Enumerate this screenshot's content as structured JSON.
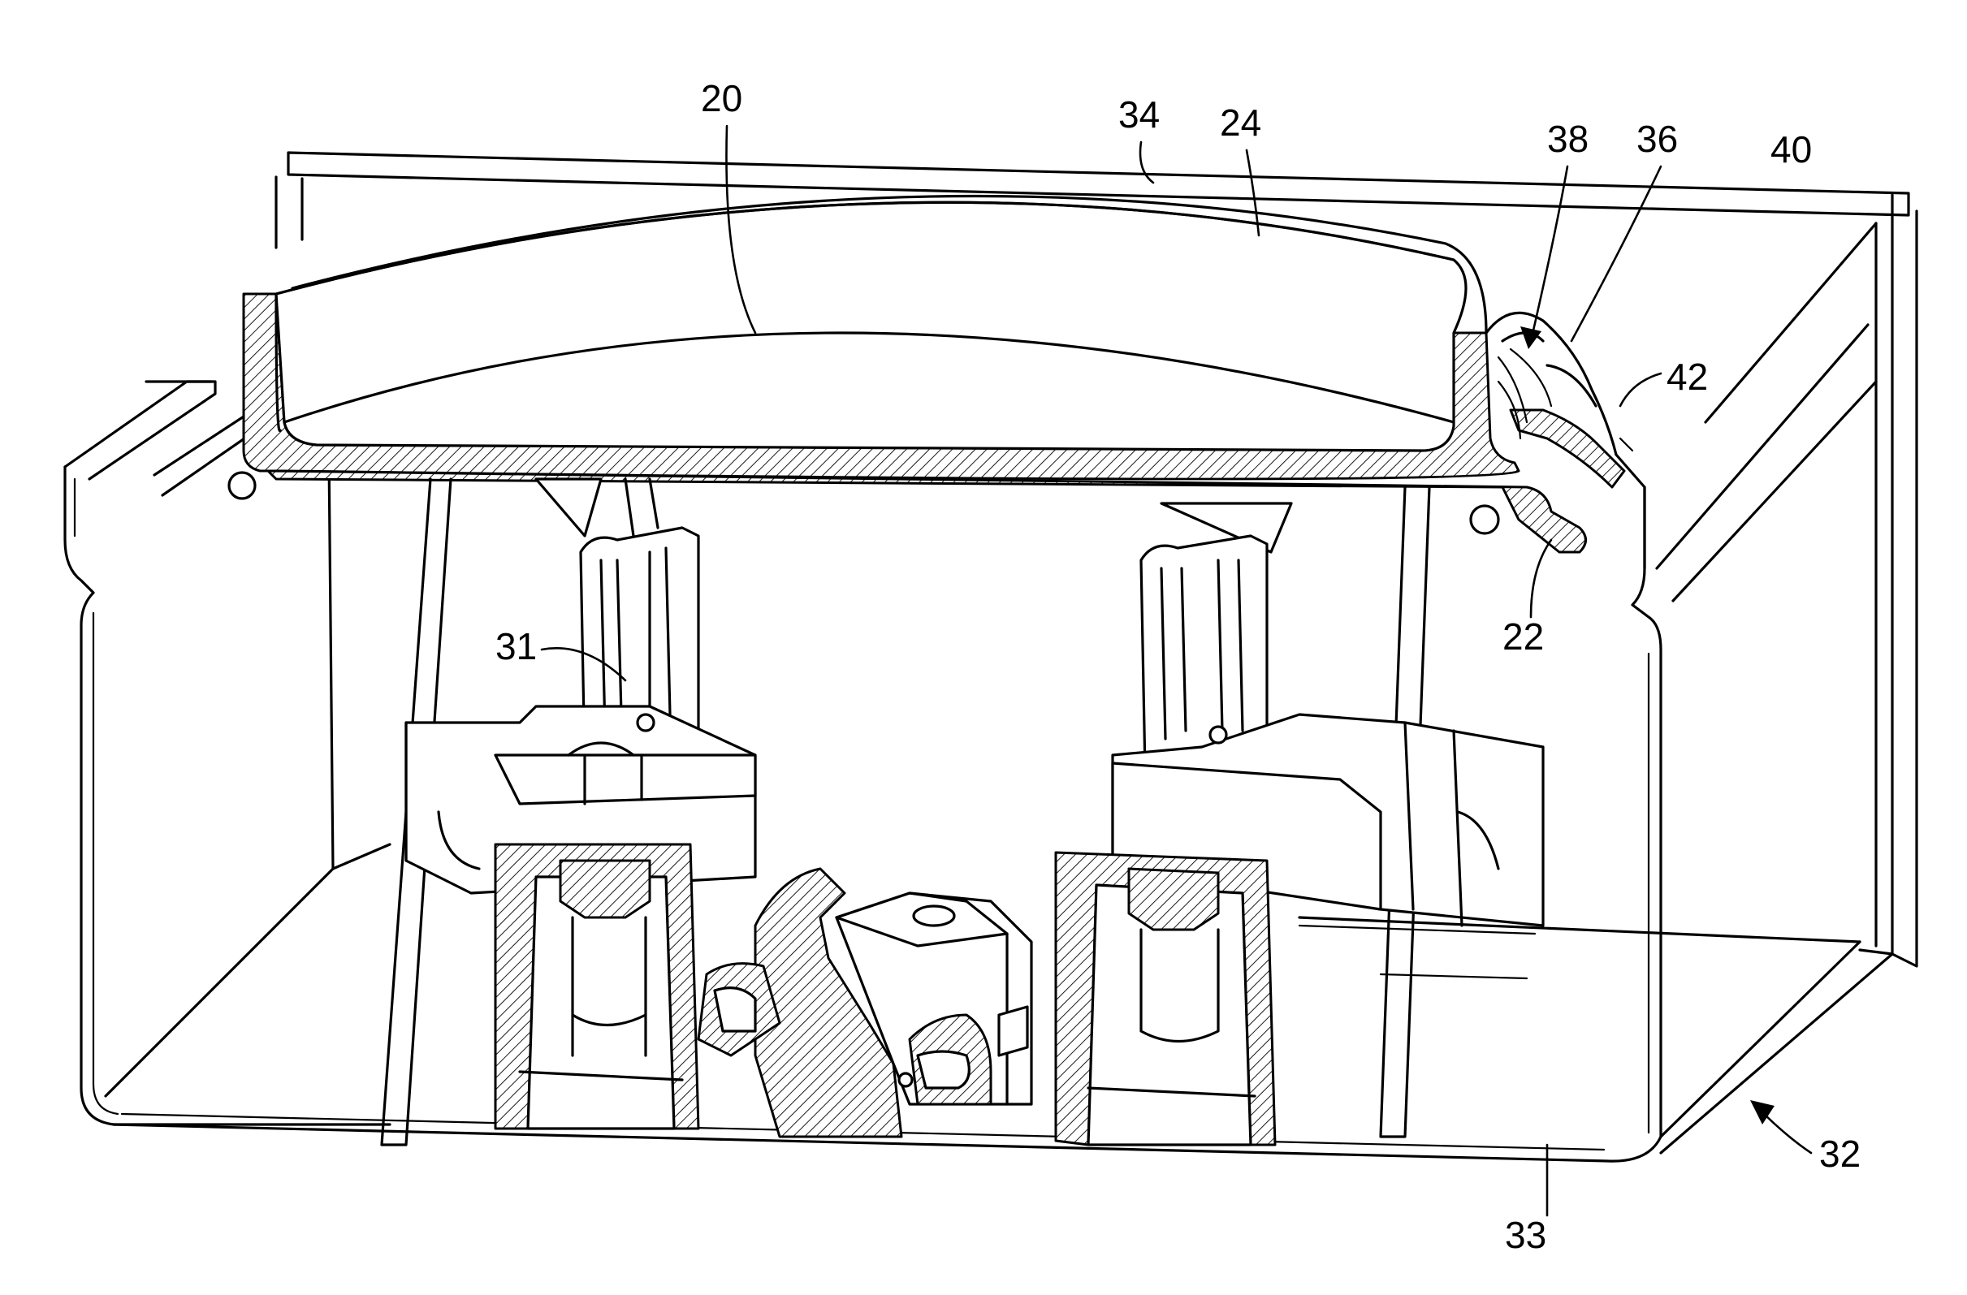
{
  "figure": {
    "reference_labels": [
      {
        "id": "20",
        "text": "20"
      },
      {
        "id": "34",
        "text": "34"
      },
      {
        "id": "24",
        "text": "24"
      },
      {
        "id": "38",
        "text": "38"
      },
      {
        "id": "36",
        "text": "36"
      },
      {
        "id": "40",
        "text": "40"
      },
      {
        "id": "42",
        "text": "42"
      },
      {
        "id": "22",
        "text": "22"
      },
      {
        "id": "31",
        "text": "31"
      },
      {
        "id": "32",
        "text": "32"
      },
      {
        "id": "33",
        "text": "33"
      }
    ]
  }
}
